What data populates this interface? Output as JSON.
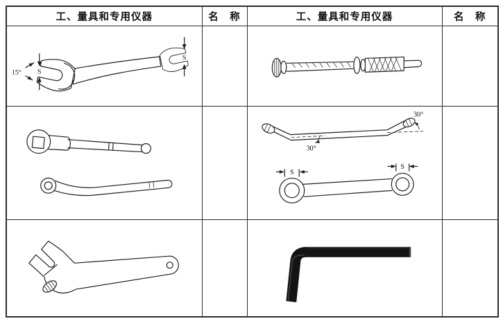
{
  "page": {
    "background": "#ffffff",
    "line_color": "#1f1f1f"
  },
  "table": {
    "header": {
      "tools_label": "工、量具和专用仪器",
      "name_label": "名　称"
    },
    "annotations": {
      "open_end": {
        "angle": "15°",
        "size": "S"
      },
      "box_end": {
        "angle": "30°",
        "size": "S"
      }
    },
    "rows": [
      {
        "left_tool": "double-open-end-wrench",
        "left_name": "",
        "right_tool": "valve-grinding-rod",
        "right_name": ""
      },
      {
        "left_tool": "socket-wrench-with-extension-and-bent-handle",
        "left_name": "",
        "right_tool": "double-box-end-offset-wrench",
        "right_name": ""
      },
      {
        "left_tool": "adjustable-wrench",
        "left_name": "",
        "right_tool": "hex-key",
        "right_name": ""
      }
    ]
  }
}
